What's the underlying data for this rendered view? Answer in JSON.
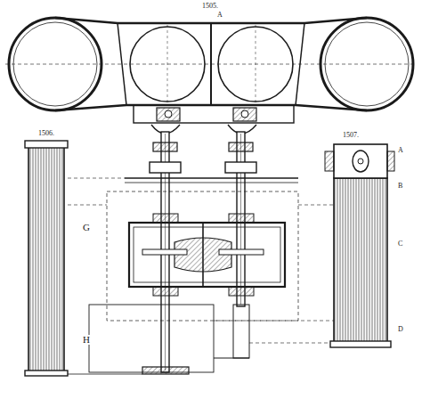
{
  "diagram": {
    "labels": [
      "1505.",
      "A",
      "1506.",
      "1507.",
      "G",
      "H",
      "A",
      "B",
      "C",
      "D"
    ]
  }
}
